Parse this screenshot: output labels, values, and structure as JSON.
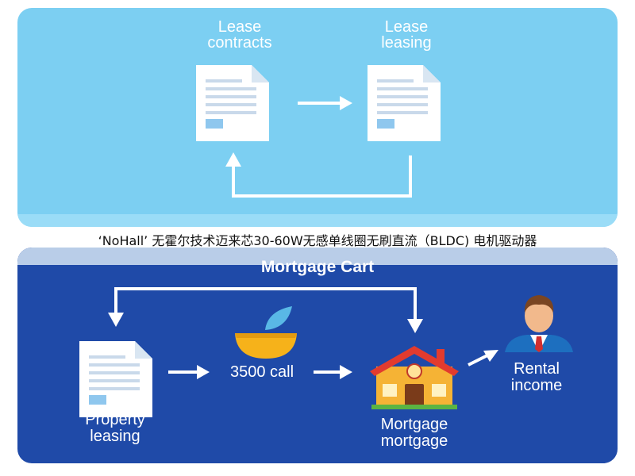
{
  "caption": "‘NoHall’ 无霍尔技术迈来芯30-60W无感单线圈无刷直流（BLDC) 电机驱动器",
  "top_panel": {
    "left_doc": {
      "label_line1": "Lease",
      "label_line2": "contracts",
      "icon": "document-icon"
    },
    "right_doc": {
      "label_line1": "Lease",
      "label_line2": "leasing",
      "icon": "document-icon"
    }
  },
  "bottom_panel": {
    "title": "Mortgage Cart",
    "property": {
      "label_line1": "Property",
      "label_line2": "leasing",
      "icon": "document-icon"
    },
    "call": {
      "label": "3500 call",
      "icon": "plant-bowl-icon"
    },
    "house": {
      "label_line1": "Mortgage",
      "label_line2": "mortgage",
      "icon": "house-icon"
    },
    "rental": {
      "label_line1": "Rental",
      "label_line2": "income",
      "icon": "businessman-icon"
    }
  },
  "colors": {
    "top_background": "#7ccff2",
    "bottom_background": "#1f4aa8",
    "arrow": "#ffffff",
    "house_roof": "#e23b2e",
    "house_wall": "#f5b335",
    "bowl": "#f6b21a",
    "leaf": "#59b8e6"
  }
}
